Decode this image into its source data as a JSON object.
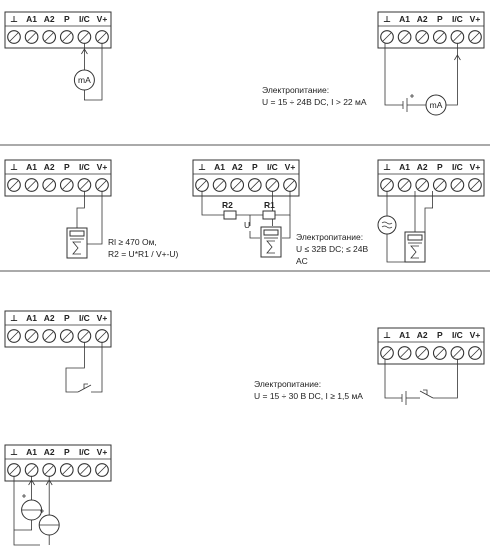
{
  "terminal_labels": [
    "⊥",
    "A1",
    "A2",
    "P",
    "I/C",
    "V+"
  ],
  "meter_label": "mA",
  "resistor_labels": [
    "R2",
    "R1"
  ],
  "node_label": "U",
  "power_label": "Электропитание:",
  "captions": {
    "s1_supply": "U = 15 ÷ 24B DC, I > 22 мА",
    "s2_ri": "Rl ≥ 470 Ом,",
    "s2_r2": "R2 = U*R1 / V+-U)",
    "s2_supply_1": "U ≤ 32B DC; ≤ 24B",
    "s2_supply_2": "AC",
    "s3_supply": "U = 15 ÷ 30 B DC, I ≥ 1,5 мА"
  },
  "icons": {
    "ac_source": "ac-source-icon",
    "counter": "counter-icon",
    "current_source": "current-source-icon"
  }
}
